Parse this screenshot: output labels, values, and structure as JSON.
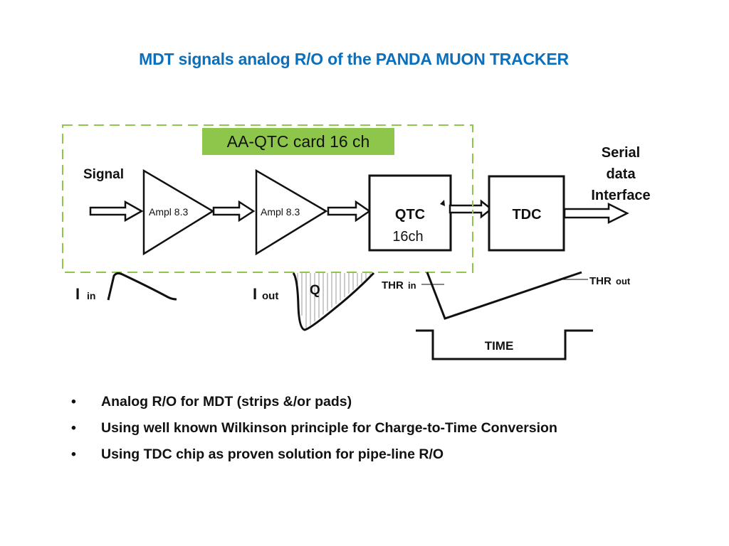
{
  "title": "MDT signals analog R/O of the PANDA MUON TRACKER",
  "colors": {
    "title": "#0a6fbd",
    "card_fill": "#8dc64b",
    "card_border": "#8dc64b",
    "stroke": "#111111"
  },
  "diagram": {
    "card_label": "AA-QTC card  16 ch",
    "signal_label": "Signal",
    "amplifiers": [
      {
        "label": "Ampl 8.3"
      },
      {
        "label": "Ampl 8.3"
      }
    ],
    "qtc": {
      "label": "QTC",
      "sublabel": "16ch"
    },
    "tdc": {
      "label": "TDC"
    },
    "output": {
      "line1": "Serial",
      "line2": "data",
      "line3": "Interface"
    },
    "waveforms": {
      "i_in": {
        "main": "I",
        "sub": "in"
      },
      "i_out": {
        "main": "I",
        "sub": "out"
      },
      "charge": "Q",
      "thr_in": {
        "main": "THR",
        "sub": "in"
      },
      "thr_out": {
        "main": "THR",
        "sub": "out"
      },
      "time": "TIME"
    }
  },
  "bullets": [
    {
      "marker": "•",
      "text": "Analog R/O for MDT (strips &/or pads)"
    },
    {
      "marker": "•",
      "text": "Using well known Wilkinson principle for  Charge-to-Time Conversion"
    },
    {
      "marker": "•",
      "text": "Using  TDC chip as proven solution for pipe-line R/O"
    }
  ]
}
